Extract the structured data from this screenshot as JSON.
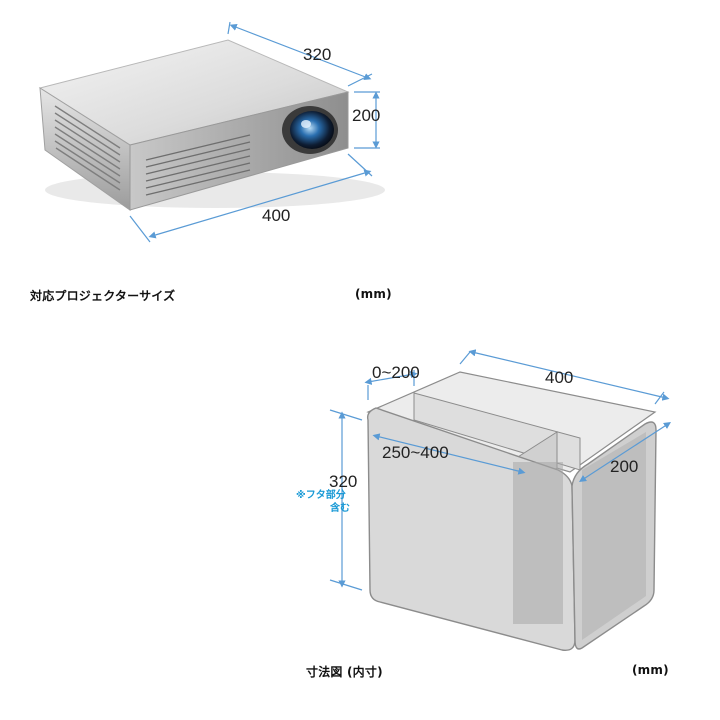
{
  "projector": {
    "width": "320",
    "height": "200",
    "depth": "400"
  },
  "captions": {
    "projector_title": "対応プロジェクターサイズ",
    "projector_unit": "(mm)",
    "box_title": "寸法図 (内寸)",
    "box_unit": "(mm)"
  },
  "box": {
    "divider_range": "0~200",
    "length": "400",
    "inner_range": "250~400",
    "depth": "200",
    "height": "320",
    "note_line1": "※フタ部分",
    "note_line2": "含む"
  },
  "colors": {
    "dimension_line": "#5a9bd5",
    "note_text": "#1a9ad6",
    "box_fill": "#d9d9d9",
    "box_edge": "#8c8c8c"
  }
}
